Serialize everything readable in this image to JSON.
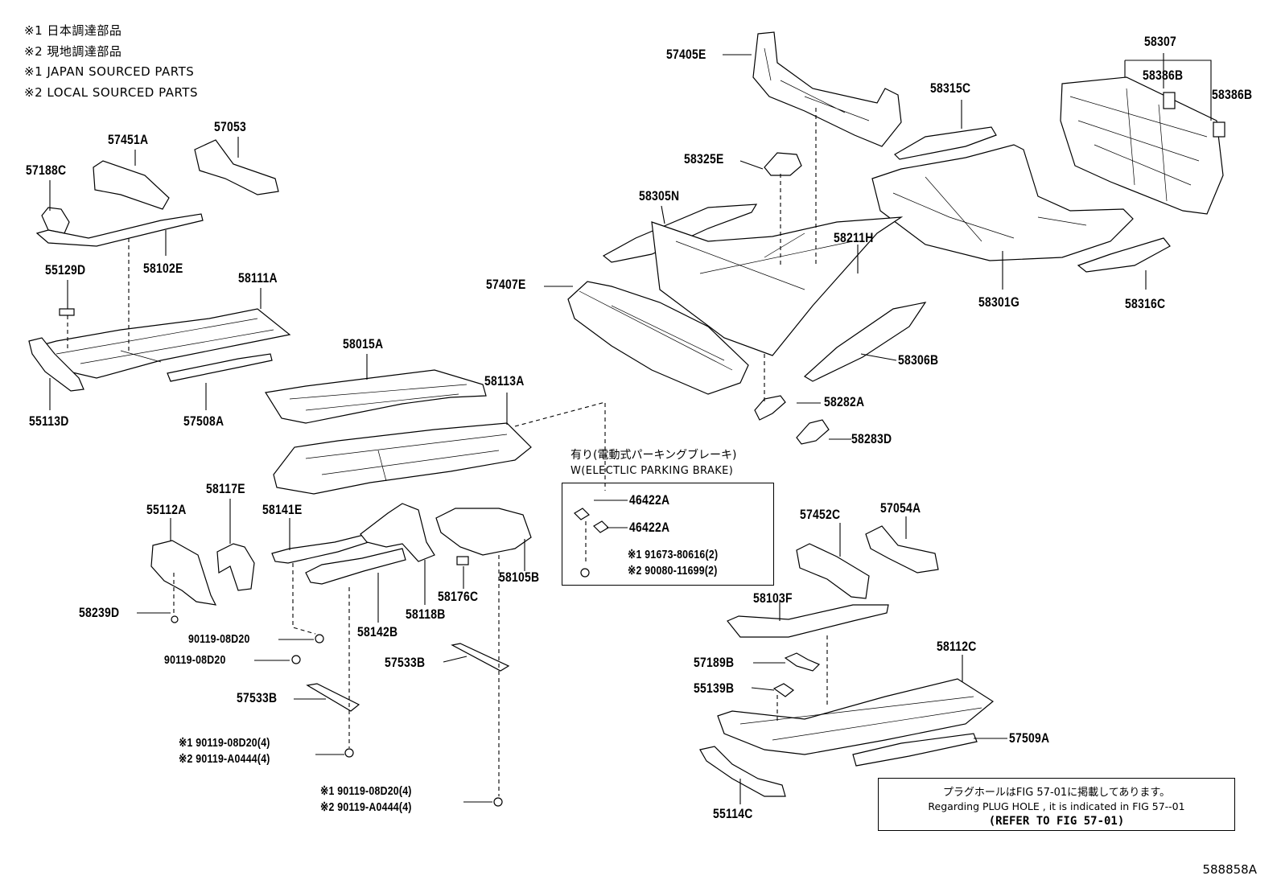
{
  "legend": [
    "※1 日本調達部品",
    "※2 現地調達部品",
    "※1 JAPAN SOURCED PARTS",
    "※2 LOCAL SOURCED PARTS"
  ],
  "parts": {
    "p57405E": "57405E",
    "p58307": "58307",
    "p58386B_a": "58386B",
    "p58386B_b": "58386B",
    "p58315C": "58315C",
    "p58325E": "58325E",
    "p57451A": "57451A",
    "p57053": "57053",
    "p57188C": "57188C",
    "p58102E": "58102E",
    "p58305N": "58305N",
    "p58211H": "58211H",
    "p58301G": "58301G",
    "p58316C": "58316C",
    "p55129D": "55129D",
    "p58111A": "58111A",
    "p57407E": "57407E",
    "p58306B": "58306B",
    "p58015A": "58015A",
    "p55113D": "55113D",
    "p57508A": "57508A",
    "p58282A": "58282A",
    "p58113A": "58113A",
    "p58283D": "58283D",
    "p58117E": "58117E",
    "p55112A": "55112A",
    "p58141E": "58141E",
    "p46422A_a": "46422A",
    "p46422A_b": "46422A",
    "p57452C": "57452C",
    "p57054A": "57054A",
    "p58105B": "58105B",
    "p58176C": "58176C",
    "p58239D": "58239D",
    "p58118B": "58118B",
    "p58142B": "58142B",
    "p58103F": "58103F",
    "p58112C": "58112C",
    "p57189B": "57189B",
    "p55139B": "55139B",
    "p57533B_a": "57533B",
    "p57533B_b": "57533B",
    "p57509A": "57509A",
    "p55114C": "55114C"
  },
  "fasteners": {
    "bolt1": "90119-08D20",
    "bolt2": "90119-08D20",
    "bolt3_l1": "※1 90119-08D20(4)",
    "bolt3_l2": "※2 90119-A0444(4)",
    "bolt4_l1": "※1  90119-08D20(4)",
    "bolt4_l2": "※2  90119-A0444(4)",
    "ep_l1": "※1 91673-80616(2)",
    "ep_l2": "※2 90080-11699(2)"
  },
  "electric_parking": {
    "title": "有り(電動式パーキングブレーキ)",
    "subtitle": "W(ELECTLIC PARKING BRAKE)"
  },
  "note": {
    "jp": "プラグホールはFIG 57-01に掲載してあります。",
    "en": "Regarding  PLUG  HOLE , it is indicated in FIG  57--01",
    "ref": "(REFER TO FIG 57-01)"
  },
  "illustration_code": "588858A"
}
